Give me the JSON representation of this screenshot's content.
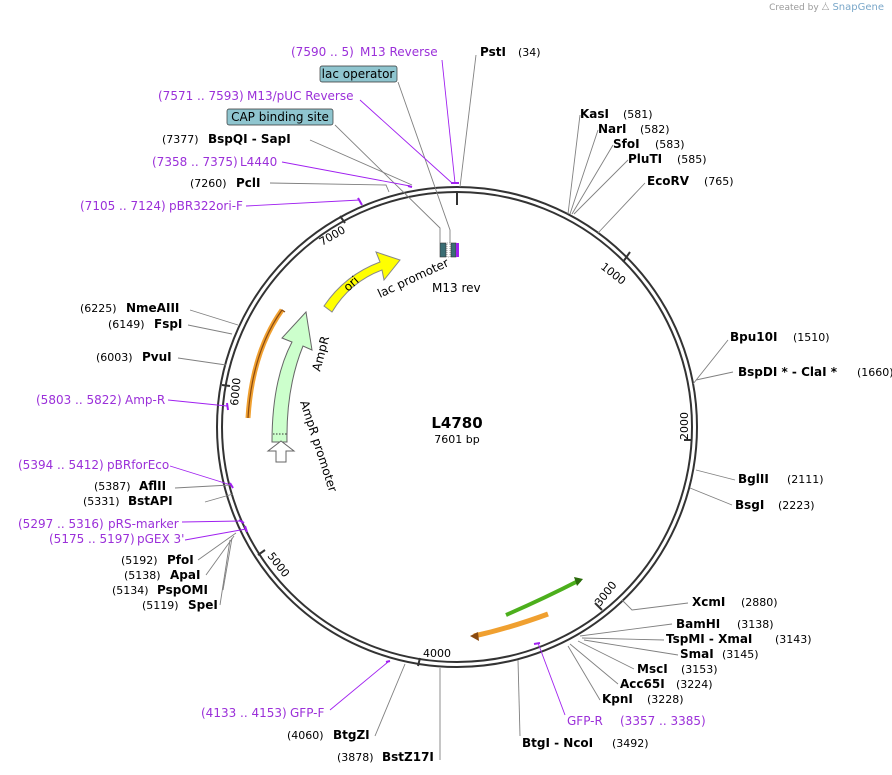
{
  "credit": {
    "prefix": "Created by",
    "brand": "SnapGene"
  },
  "plasmid": {
    "name": "L4780",
    "size_label": "7601 bp"
  },
  "ticks": [
    "1000",
    "2000",
    "3000",
    "4000",
    "5000",
    "6000",
    "7000"
  ],
  "sites": [
    {
      "name": "PstI",
      "pos": "(34)"
    },
    {
      "name": "KasI",
      "pos": "(581)"
    },
    {
      "name": "NarI",
      "pos": "(582)"
    },
    {
      "name": "SfoI",
      "pos": "(583)"
    },
    {
      "name": "PluTI",
      "pos": "(585)"
    },
    {
      "name": "EcoRV",
      "pos": "(765)"
    },
    {
      "name": "Bpu10I",
      "pos": "(1510)"
    },
    {
      "name": "BspDI * - ClaI *",
      "pos": "(1660)"
    },
    {
      "name": "BglII",
      "pos": "(2111)"
    },
    {
      "name": "BsgI",
      "pos": "(2223)"
    },
    {
      "name": "XcmI",
      "pos": "(2880)"
    },
    {
      "name": "BamHI",
      "pos": "(3138)"
    },
    {
      "name": "TspMI - XmaI",
      "pos": "(3143)"
    },
    {
      "name": "SmaI",
      "pos": "(3145)"
    },
    {
      "name": "MscI",
      "pos": "(3153)"
    },
    {
      "name": "Acc65I",
      "pos": "(3224)"
    },
    {
      "name": "KpnI",
      "pos": "(3228)"
    },
    {
      "name": "BtgI - NcoI",
      "pos": "(3492)"
    },
    {
      "name": "BstZ17I",
      "pos": "(3878)"
    },
    {
      "name": "BtgZI",
      "pos": "(4060)"
    },
    {
      "name": "SpeI",
      "pos": "(5119)"
    },
    {
      "name": "PspOMI",
      "pos": "(5134)"
    },
    {
      "name": "ApaI",
      "pos": "(5138)"
    },
    {
      "name": "PfoI",
      "pos": "(5192)"
    },
    {
      "name": "BstAPI",
      "pos": "(5331)"
    },
    {
      "name": "AflII",
      "pos": "(5387)"
    },
    {
      "name": "PvuI",
      "pos": "(6003)"
    },
    {
      "name": "FspI",
      "pos": "(6149)"
    },
    {
      "name": "NmeAIII",
      "pos": "(6225)"
    },
    {
      "name": "PclI",
      "pos": "(7260)"
    },
    {
      "name": "BspQI - SapI",
      "pos": "(7377)"
    }
  ],
  "primers": [
    {
      "name": "M13 Reverse",
      "range": "(7590 .. 5)"
    },
    {
      "name": "M13/pUC Reverse",
      "range": "(7571 .. 7593)"
    },
    {
      "name": "L4440",
      "range": "(7358 .. 7375)"
    },
    {
      "name": "pBR322ori-F",
      "range": "(7105 .. 7124)"
    },
    {
      "name": "Amp-R",
      "range": "(5803 .. 5822)"
    },
    {
      "name": "pBRforEco",
      "range": "(5394 .. 5412)"
    },
    {
      "name": "pRS-marker",
      "range": "(5297 .. 5316)"
    },
    {
      "name": "pGEX 3'",
      "range": "(5175 .. 5197)"
    },
    {
      "name": "GFP-F",
      "range": "(4133 .. 4153)"
    },
    {
      "name": "GFP-R",
      "range": "(3357 .. 3385)"
    }
  ],
  "boxed_features": [
    "lac operator",
    "CAP binding site"
  ],
  "features": {
    "ori": "ori",
    "lac_promoter": "lac promoter",
    "m13_rev": "M13 rev",
    "ampr": "AmpR",
    "ampr_promoter": "AmpR promoter"
  },
  "colors": {
    "ori": "#ffff00",
    "ampr": "#ccffcc",
    "orange_feature": "#f0a030",
    "green_feature": "#4caf1c",
    "box_fill": "#8fc5cf",
    "primer": "#a020f0"
  }
}
